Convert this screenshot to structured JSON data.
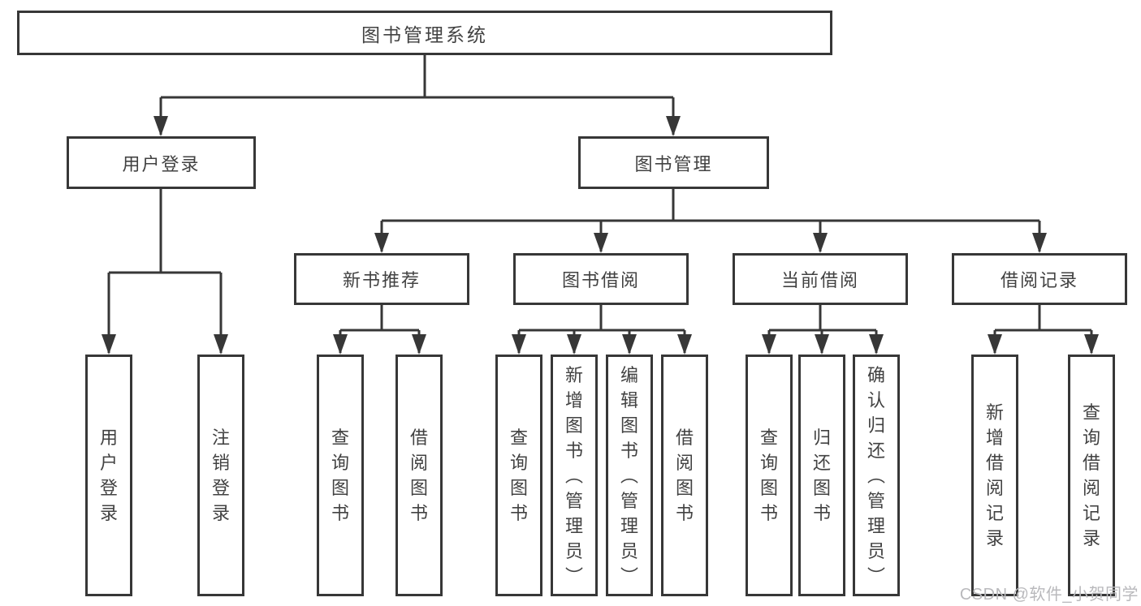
{
  "tree": {
    "root": {
      "label": "图书管理系统"
    },
    "branches": [
      {
        "label": "用户登录",
        "children": [
          {
            "label": "用户登录"
          },
          {
            "label": "注销登录"
          }
        ]
      },
      {
        "label": "图书管理",
        "children": [
          {
            "label": "新书推荐",
            "children": [
              {
                "label": "查询图书"
              },
              {
                "label": "借阅图书"
              }
            ]
          },
          {
            "label": "图书借阅",
            "children": [
              {
                "label": "查询图书"
              },
              {
                "label": "新增图书（管理员）"
              },
              {
                "label": "编辑图书（管理员）"
              },
              {
                "label": "借阅图书"
              }
            ]
          },
          {
            "label": "当前借阅",
            "children": [
              {
                "label": "查询图书"
              },
              {
                "label": "归还图书"
              },
              {
                "label": "确认归还（管理员）"
              }
            ]
          },
          {
            "label": "借阅记录",
            "children": [
              {
                "label": "新增借阅记录"
              },
              {
                "label": "查询借阅记录"
              }
            ]
          }
        ]
      }
    ]
  },
  "watermark": {
    "text": "CSDN @软件_小贺同学"
  },
  "colors": {
    "line": "#373737",
    "text": "#424242",
    "watermark": "#b9b9bc",
    "background": "#ffffff"
  }
}
